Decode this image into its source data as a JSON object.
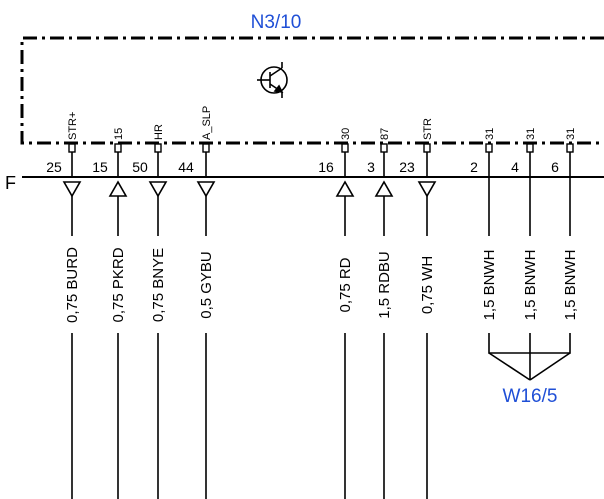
{
  "component": {
    "name": "N3/10"
  },
  "connector": {
    "label": "F"
  },
  "ground_point": {
    "name": "W16/5"
  },
  "pins": [
    {
      "signal": "STR+",
      "pin": "25",
      "wire": "0,75 BURD",
      "arrow": "down"
    },
    {
      "signal": "15",
      "pin": "15",
      "wire": "0,75 PKRD",
      "arrow": "up"
    },
    {
      "signal": "HR",
      "pin": "50",
      "wire": "0,75 BNYE",
      "arrow": "down"
    },
    {
      "signal": "A_SLP",
      "pin": "44",
      "wire": "0,5 GYBU",
      "arrow": "down"
    },
    {
      "signal": "30",
      "pin": "16",
      "wire": "0,75 RD",
      "arrow": "up"
    },
    {
      "signal": "87",
      "pin": "3",
      "wire": "1,5 RDBU",
      "arrow": "up"
    },
    {
      "signal": "STR",
      "pin": "23",
      "wire": "0,75 WH",
      "arrow": "down"
    },
    {
      "signal": "31",
      "pin": "2",
      "wire": "1,5 BNWH",
      "arrow": "none"
    },
    {
      "signal": "31",
      "pin": "4",
      "wire": "1,5 BNWH",
      "arrow": "none"
    },
    {
      "signal": "31",
      "pin": "6",
      "wire": "1,5 BNWH",
      "arrow": "none"
    }
  ]
}
